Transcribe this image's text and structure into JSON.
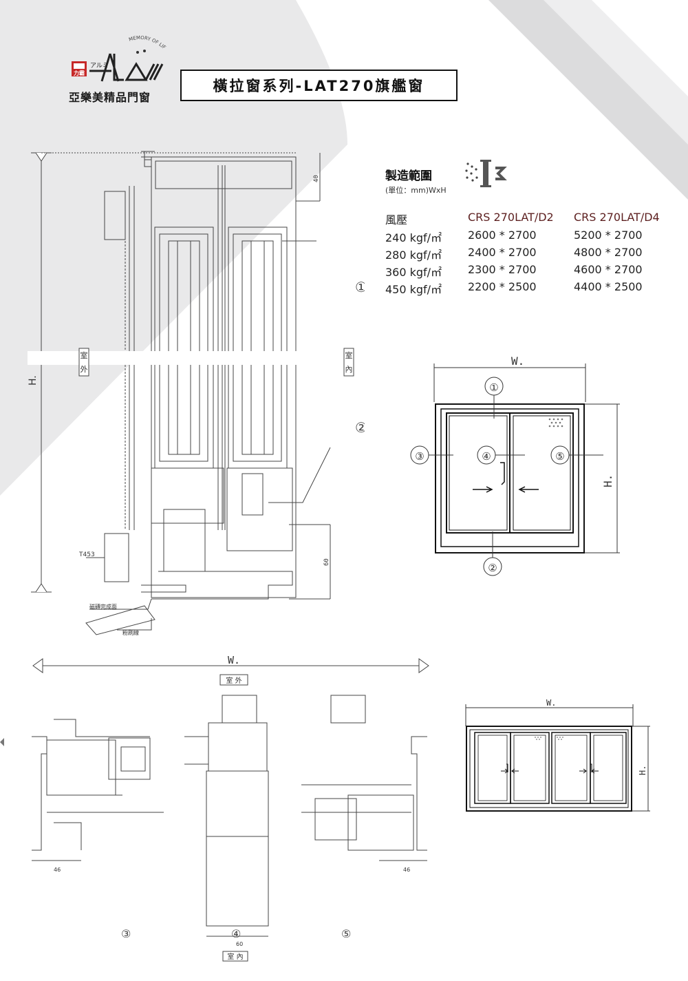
{
  "logo": {
    "brand_jp": "アルミ",
    "memory_text": "MEMORY OF LIFE",
    "badge_text": "力霸",
    "company_name": "亞樂美精品門窗"
  },
  "title": "橫拉窗系列-LAT270旗艦窗",
  "spec": {
    "title": "製造範圍",
    "unit": "(單位：mm)WxH",
    "headers": [
      "風壓",
      "CRS 270LAT/D2",
      "CRS 270LAT/D4"
    ],
    "rows": [
      [
        "240 kgf/㎡",
        "2600 * 2700",
        "5200 * 2700"
      ],
      [
        "280 kgf/㎡",
        "2400 * 2700",
        "4800 * 2700"
      ],
      [
        "360 kgf/㎡",
        "2300 * 2700",
        "4600 * 2700"
      ],
      [
        "450 kgf/㎡",
        "2200 * 2500",
        "4400 * 2500"
      ]
    ]
  },
  "section": {
    "outside_label": [
      "室",
      "外"
    ],
    "inside_label": [
      "室",
      "內"
    ],
    "h_label": "H.",
    "dim_top": "40",
    "dim_bottom": "60",
    "t_label": "T453",
    "note1": "磁磚完成面",
    "note2": "粉刷線",
    "callout1": "①",
    "callout2": "②"
  },
  "elevation_d2": {
    "w_label": "W.",
    "h_label": "H.",
    "callouts": [
      "①",
      "②",
      "③",
      "④",
      "⑤"
    ]
  },
  "plan": {
    "w_label": "W.",
    "outside_label": "室 外",
    "inside_label": "室 內",
    "dim_left": "46",
    "dim_right": "46",
    "dim_center": "60",
    "callouts": [
      "③",
      "④",
      "⑤"
    ]
  },
  "elevation_d4": {
    "w_label": "W.",
    "h_label": "H."
  }
}
